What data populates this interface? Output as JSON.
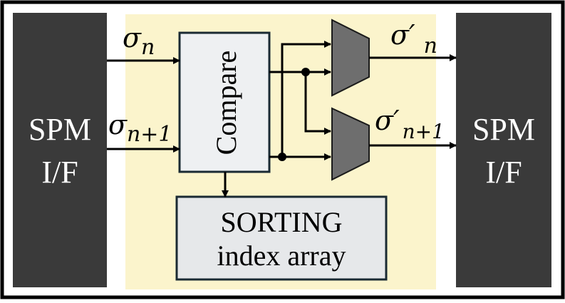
{
  "diagram": {
    "left_interface": {
      "line1": "SPM",
      "line2": "I/F"
    },
    "right_interface": {
      "line1": "SPM",
      "line2": "I/F"
    },
    "compare_block": {
      "label": "Compare"
    },
    "sorting_block": {
      "line1": "SORTING",
      "line2": "index array"
    },
    "inputs": {
      "sigma_n": {
        "base": "σ",
        "sub": "n"
      },
      "sigma_n1": {
        "base": "σ",
        "sub": "n+1"
      }
    },
    "outputs": {
      "sigma_prime_n": {
        "base": "σ′",
        "sub": "n"
      },
      "sigma_prime_n1": {
        "base": "σ′",
        "sub": "n+1"
      }
    },
    "colors": {
      "frame": "#000000",
      "spm_block": "#3a3a3a",
      "spm_text": "#ffffff",
      "background_region": "#fbf4cc",
      "compare_fill": "#eef0f2",
      "sorting_fill": "#e6e8ea",
      "mux_fill": "#6e6e6e",
      "wire": "#000000"
    }
  }
}
